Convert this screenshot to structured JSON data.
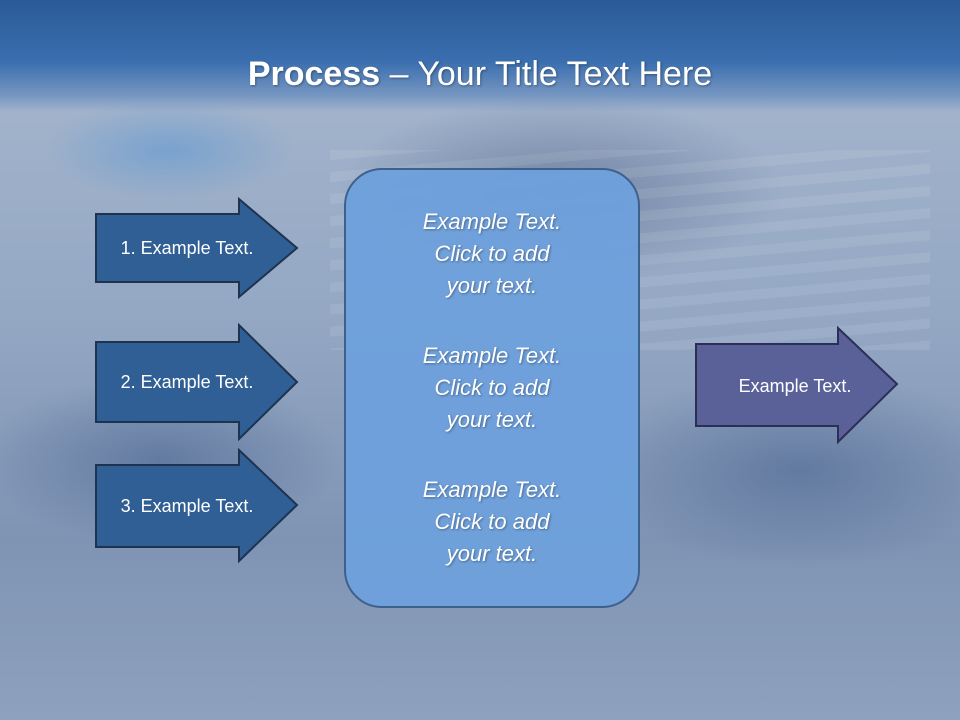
{
  "slide": {
    "title_bold": "Process",
    "title_rest": " – Your Title Text Here",
    "inputs": [
      {
        "label": "1. Example Text."
      },
      {
        "label": "2. Example Text."
      },
      {
        "label": "3. Example Text."
      }
    ],
    "center": [
      {
        "line1": "Example Text.",
        "line2": "Click  to add",
        "line3": "your text."
      },
      {
        "line1": "Example Text.",
        "line2": "Click  to add",
        "line3": "your text."
      },
      {
        "line1": "Example Text.",
        "line2": "Click  to add",
        "line3": "your text."
      }
    ],
    "output": {
      "label": "Example Text."
    }
  },
  "colors": {
    "input_arrow_fill": "#2f5f94",
    "output_arrow_fill": "#5a6198",
    "center_box_fill": "#6ea0dc",
    "header": "#2b5a98"
  }
}
